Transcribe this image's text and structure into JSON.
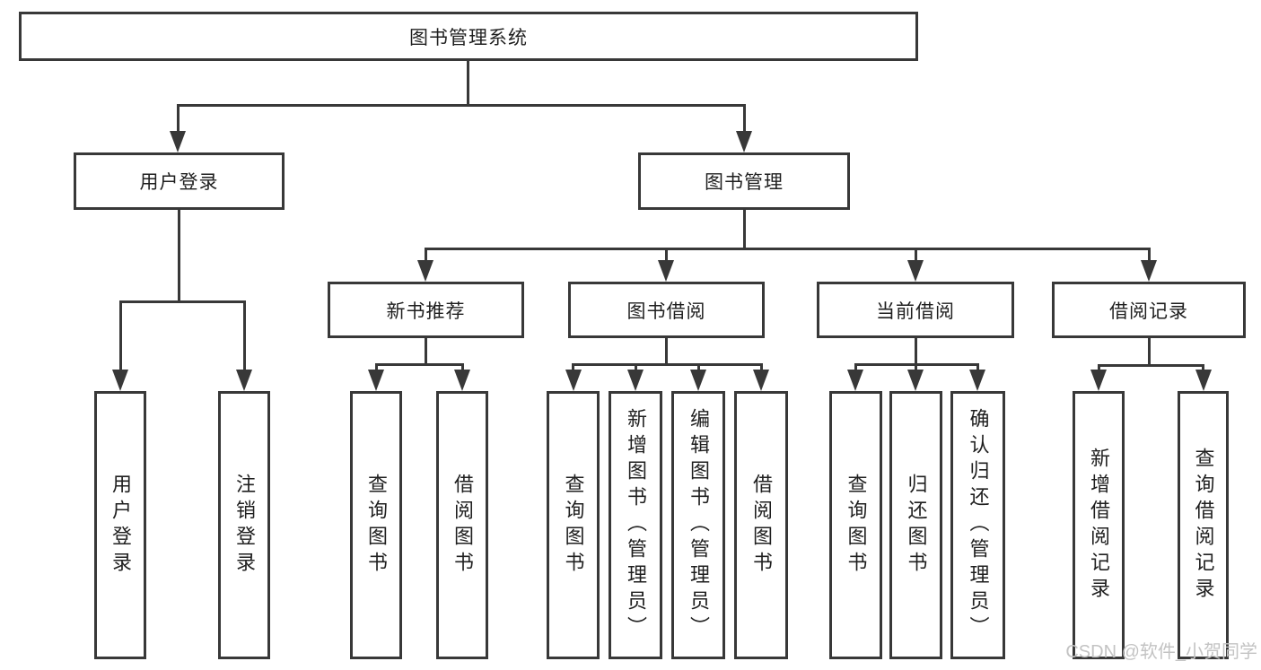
{
  "diagram": {
    "root": {
      "label": "图书管理系统"
    },
    "level2": [
      {
        "label": "用户登录"
      },
      {
        "label": "图书管理"
      }
    ],
    "level3": [
      {
        "label": "新书推荐"
      },
      {
        "label": "图书借阅"
      },
      {
        "label": "当前借阅"
      },
      {
        "label": "借阅记录"
      }
    ],
    "leaves": [
      {
        "label": "用户登录"
      },
      {
        "label": "注销登录"
      },
      {
        "label": "查询图书"
      },
      {
        "label": "借阅图书"
      },
      {
        "label": "查询图书"
      },
      {
        "label": "新增图书（管理员）"
      },
      {
        "label": "编辑图书（管理员）"
      },
      {
        "label": "借阅图书"
      },
      {
        "label": "查询图书"
      },
      {
        "label": "归还图书"
      },
      {
        "label": "确认归还（管理员）"
      },
      {
        "label": "新增借阅记录"
      },
      {
        "label": "查询借阅记录"
      }
    ],
    "watermark": "CSDN @软件_小贺同学",
    "colors": {
      "line": "#383838",
      "text": "#1f1f1f",
      "watermark": "#c3c3c3",
      "background": "#ffffff"
    }
  }
}
